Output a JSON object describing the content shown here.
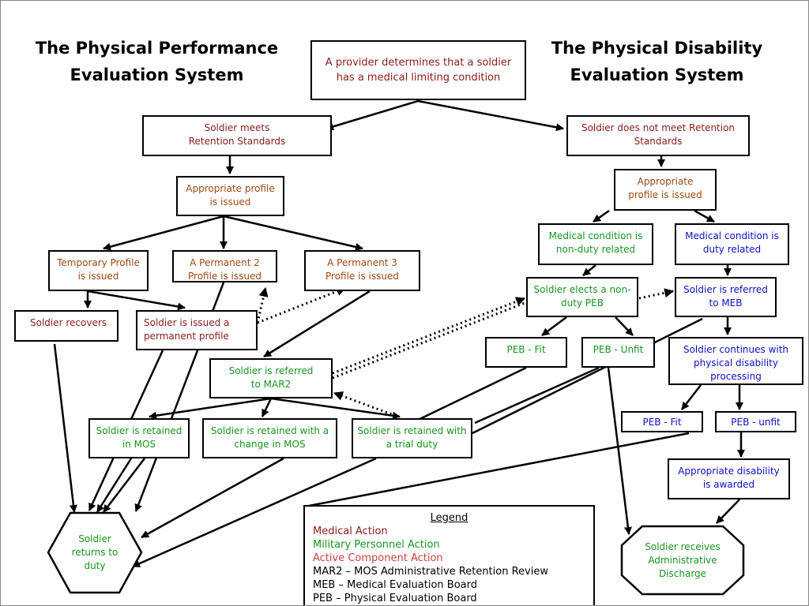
{
  "titles": {
    "ppes": "The Physical Performance\nEvaluation System",
    "pdes": "The Physical Disability\nEvaluation System"
  },
  "boxes": {
    "provider": "A provider determines that a soldier\nhas a medical limiting condition",
    "meets": "Soldier meets\nRetention Standards",
    "not_meet": "Soldier does not meet  Retention\nStandards",
    "profile_left": "Appropriate profile\nis issued",
    "profile_right": "Appropriate\nprofile is issued",
    "temp_profile": "Temporary Profile\nis issued",
    "perm2": "A Permanent 2\nProfile is issued",
    "perm3": "A Permanent 3\nProfile is issued",
    "non_duty": "Medical condition is\nnon-duty related",
    "duty": "Medical condition is\nduty related",
    "recovers": "Soldier recovers",
    "perm_profile": "Soldier is issued a\npermanent profile",
    "elects_peb": "Soldier elects a non-\nduty PEB",
    "referred_meb": "Soldier is referred\nto MEB",
    "peb_fit_1": "PEB - Fit",
    "peb_unfit_1": "PEB - Unfit",
    "continues": "Soldier continues with\nphysical disability\nprocessing",
    "mar2": "Soldier is referred\nto MAR2",
    "retained_mos": "Soldier is retained\nin MOS",
    "retained_change": "Soldier is retained with a\nchange in MOS",
    "retained_trial": "Soldier is retained with\na trial duty",
    "peb_fit_2": "PEB - Fit",
    "peb_unfit_2": "PEB - unfit",
    "disability_awarded": "Appropriate disability\nis awarded",
    "returns_duty": "Soldier\nreturns to\nduty",
    "discharge": "Soldier receives\nAdministrative\nDischarge"
  },
  "legend": {
    "title": "Legend",
    "medical": "Medical Action",
    "military": "Military Personnel Action",
    "active": "Active Component Action",
    "mar2": "MAR2 – MOS Administrative Retention Review",
    "meb": "MEB – Medical Evaluation Board",
    "peb": "PEB – Physical Evaluation Board"
  },
  "colors": {
    "medical_action": "#8b1a1a",
    "military_personnel_action": "#16961e",
    "active_component_action": "#c8413c",
    "meb_path": "#1010c0",
    "profile_text": "#9c4a12"
  }
}
